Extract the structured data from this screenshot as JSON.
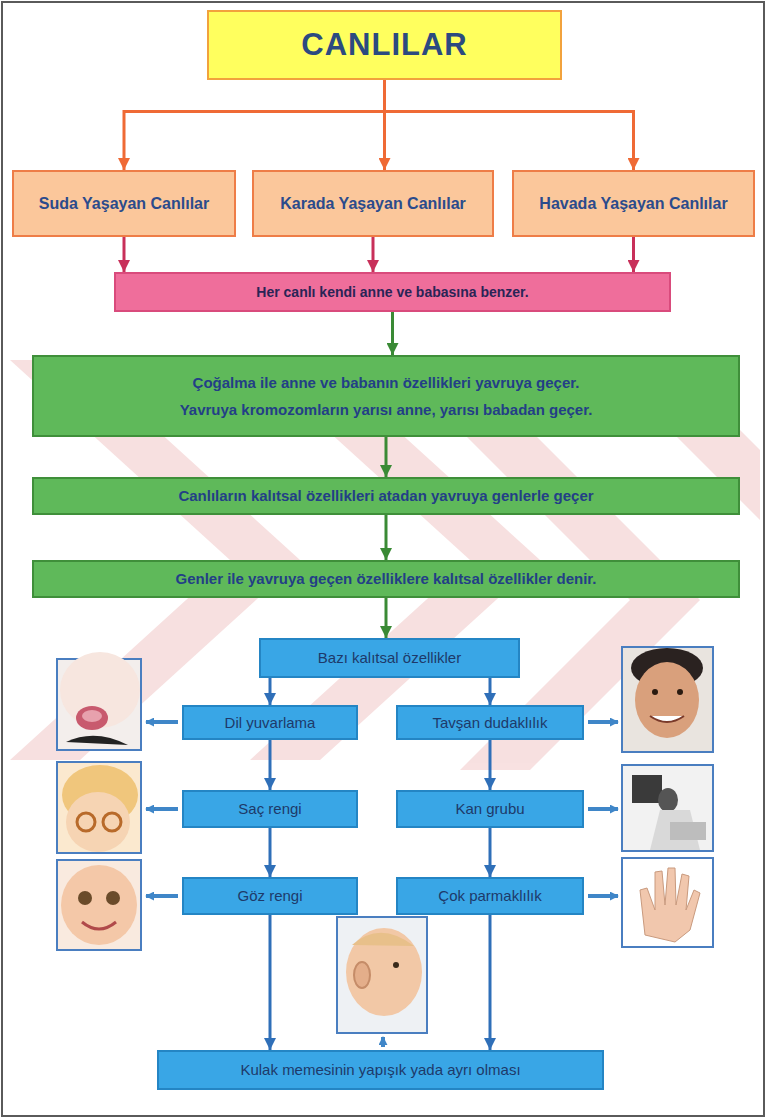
{
  "diagram": {
    "nodes": [
      {
        "text": [
          "CANLILAR"
        ]
      },
      {
        "text": [
          "Suda Yaşayan Canlılar"
        ]
      },
      {
        "text": [
          "Karada Yaşayan Canlılar"
        ]
      },
      {
        "text": [
          "Havada Yaşayan Canlılar"
        ]
      },
      {
        "text": [
          "Her canlı kendi anne ve babasına benzer."
        ]
      },
      {
        "text": [
          "Çoğalma ile anne ve babanın özellikleri yavruya geçer.",
          "Yavruya kromozomların yarısı anne, yarısı babadan geçer."
        ]
      },
      {
        "text": [
          "Canlıların kalıtsal özellikleri atadan yavruya genlerle geçer"
        ]
      },
      {
        "text": [
          "Genler ile yavruya geçen özelliklere kalıtsal özellikler denir."
        ]
      },
      {
        "text": [
          "Bazı kalıtsal özellikler"
        ]
      },
      {
        "text": [
          "Dil yuvarlama"
        ]
      },
      {
        "text": [
          "Tavşan dudaklılık"
        ]
      },
      {
        "text": [
          "Saç rengi"
        ]
      },
      {
        "text": [
          "Kan grubu"
        ]
      },
      {
        "text": [
          "Göz rengi"
        ]
      },
      {
        "text": [
          "Çok parmaklılık"
        ]
      },
      {
        "text": [
          "Kulak memesinin yapışık yada ayrı olması"
        ]
      }
    ],
    "edges": [
      {
        "from": 0,
        "to": 1,
        "arrow": "to"
      },
      {
        "from": 0,
        "to": 2,
        "arrow": "to"
      },
      {
        "from": 0,
        "to": 3,
        "arrow": "to"
      },
      {
        "from": 1,
        "to": 4,
        "arrow": "to"
      },
      {
        "from": 2,
        "to": 4,
        "arrow": "to"
      },
      {
        "from": 3,
        "to": 4,
        "arrow": "to"
      },
      {
        "from": 4,
        "to": 5,
        "arrow": "to"
      },
      {
        "from": 5,
        "to": 6,
        "arrow": "to"
      },
      {
        "from": 6,
        "to": 7,
        "arrow": "to"
      },
      {
        "from": 7,
        "to": 8,
        "arrow": "to"
      },
      {
        "from": 8,
        "to": 9,
        "arrow": "to"
      },
      {
        "from": 8,
        "to": 10,
        "arrow": "to"
      },
      {
        "from": 9,
        "to": 11,
        "arrow": "to"
      },
      {
        "from": 11,
        "to": 13,
        "arrow": "to"
      },
      {
        "from": 10,
        "to": 12,
        "arrow": "to"
      },
      {
        "from": 12,
        "to": 14,
        "arrow": "to"
      },
      {
        "from": 13,
        "to": 15,
        "arrow": "to"
      },
      {
        "from": 14,
        "to": 15,
        "arrow": "to"
      }
    ]
  }
}
